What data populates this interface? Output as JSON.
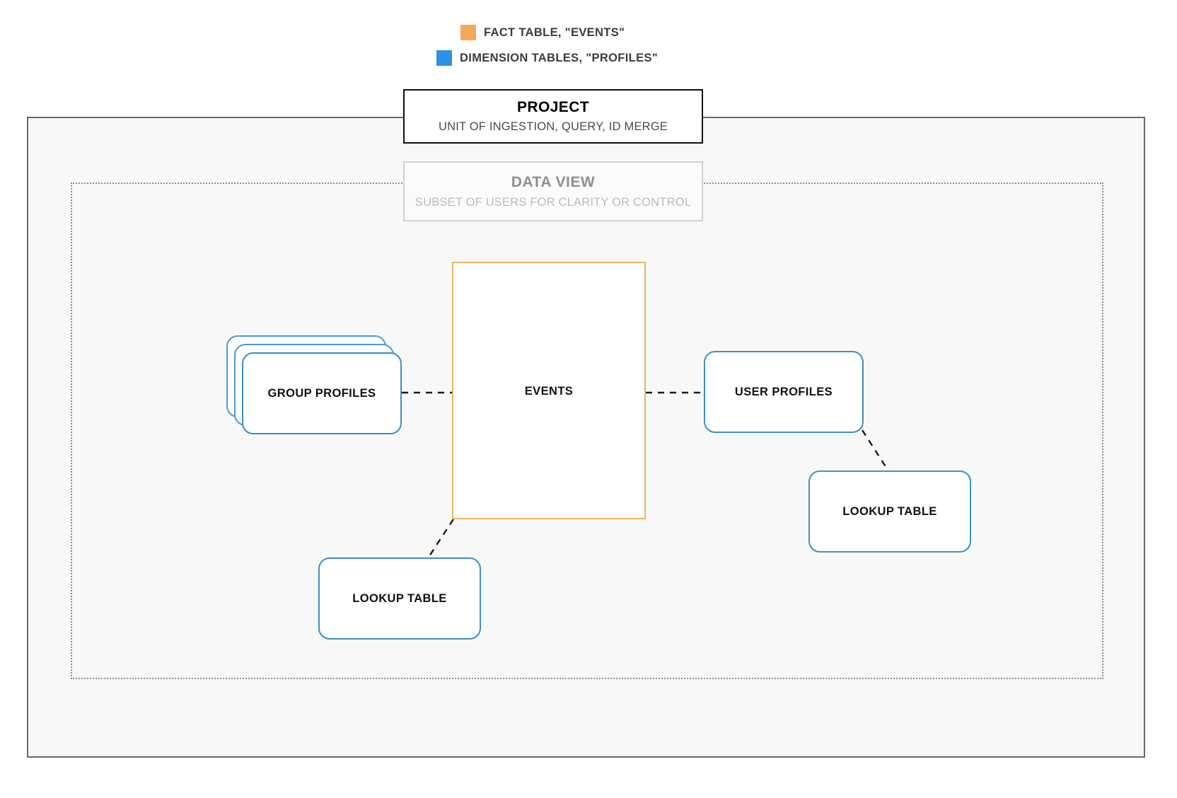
{
  "legend": {
    "items": [
      {
        "label": "FACT TABLE, \"EVENTS\"",
        "color": "#f3a85d",
        "icon": "square-swatch-icon"
      },
      {
        "label": "DIMENSION TABLES, \"PROFILES\"",
        "color": "#2e90e8",
        "icon": "square-swatch-icon"
      }
    ]
  },
  "project": {
    "title": "PROJECT",
    "subtitle": "UNIT OF INGESTION, QUERY, ID MERGE",
    "border_color": "#111111"
  },
  "data_view": {
    "title": "DATA VIEW",
    "subtitle": "SUBSET OF USERS FOR CLARITY OR CONTROL",
    "border_color": "#cfd1d3"
  },
  "nodes": {
    "events": {
      "label": "EVENTS",
      "color": "#eab464",
      "type": "fact-table"
    },
    "group_profiles": {
      "label": "GROUP PROFILES",
      "color": "#3f8fc4",
      "type": "dimension-table-stack",
      "stack_count": 3
    },
    "user_profiles": {
      "label": "USER PROFILES",
      "color": "#3f8fc4",
      "type": "dimension-table"
    },
    "lookup_table_left": {
      "label": "LOOKUP TABLE",
      "color": "#3f8fc4",
      "type": "dimension-table"
    },
    "lookup_table_right": {
      "label": "LOOKUP TABLE",
      "color": "#3f8fc4",
      "type": "dimension-table"
    }
  },
  "connections": [
    {
      "from": "group_profiles",
      "to": "events",
      "style": "dashed"
    },
    {
      "from": "events",
      "to": "user_profiles",
      "style": "dashed"
    },
    {
      "from": "events",
      "to": "lookup_table_left",
      "style": "dashed"
    },
    {
      "from": "user_profiles",
      "to": "lookup_table_right",
      "style": "dashed"
    }
  ]
}
